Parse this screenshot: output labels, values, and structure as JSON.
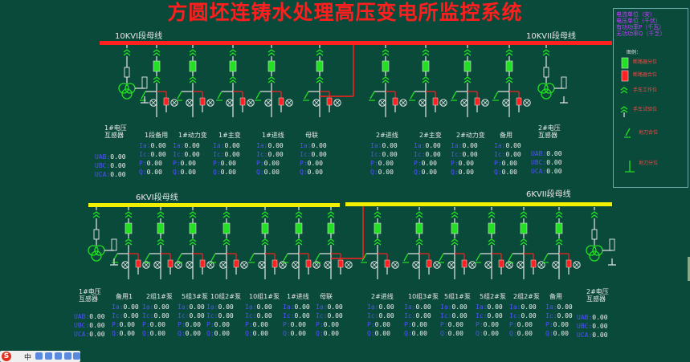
{
  "title": "方圆坯连铸水处理高压变电所监控系统",
  "bus_labels": {
    "top_left": "10KVI段母线",
    "top_right": "10KVII段母线",
    "bottom_left": "6KVI段母线",
    "bottom_right": "6KVII段母线"
  },
  "legend": {
    "units": [
      "电流单位（安）",
      "电压单位（千伏）",
      "有功功率P（千瓦）",
      "无功功率Q（千乏）"
    ],
    "title": "图例：",
    "items": [
      "断路器分位",
      "断路器合位",
      "手车工作位",
      "手车试验位",
      "地刀合位",
      "地刀分位"
    ]
  },
  "colors": {
    "open": "#22e022",
    "closed": "#ff2020",
    "busbar_10kv": "#ff2020",
    "busbar_6kv": "#f0f000",
    "text_field": "#5050ff",
    "text_value": "#f0f0f0",
    "label": "#e8e8e8"
  },
  "top_feeders": [
    {
      "label": "1段备用",
      "Ia": "Ia:0.00",
      "Ic": "Ic:0.00",
      "P": "P:0.00",
      "Q": "Q:0.00"
    },
    {
      "label": "1#动力变",
      "Ia": "Ia:0.00",
      "Ic": "Ic:0.00",
      "P": "P:0.00",
      "Q": "Q:0.00"
    },
    {
      "label": "1#主变",
      "Ia": "Ia:0.00",
      "Ic": "Ic:0.00",
      "P": "P:0.00",
      "Q": "Q:0.00"
    },
    {
      "label": "1#进线",
      "Ia": "Ia:0.00",
      "Ic": "Ic:0.00",
      "P": "P:0.00",
      "Q": "Q:0.00"
    },
    {
      "label": "母联",
      "Ia": "Ia:0.00",
      "Ic": "Ic:0.00",
      "P": "P:0.00",
      "Q": "Q:0.00"
    },
    {
      "label": "2#进线",
      "Ia": "Ia:0.00",
      "Ic": "Ic:0.00",
      "P": "P:0.00",
      "Q": "Q:0.00"
    },
    {
      "label": "2#主变",
      "Ia": "Ia:0.00",
      "Ic": "Ic:0.00",
      "P": "P:0.00",
      "Q": "Q:0.00"
    },
    {
      "label": "2#动力变",
      "Ia": "Ia:0.00",
      "Ic": "Ic:0.00",
      "P": "P:0.00",
      "Q": "Q:0.00"
    },
    {
      "label": "备用",
      "Ia": "Ia:0.00",
      "Ic": "Ic:0.00",
      "P": "P:0.00",
      "Q": "Q:0.00"
    }
  ],
  "bottom_feeders": [
    {
      "label": "备用1",
      "Ia": "Ia:0.00",
      "Ic": "Ic:0.00",
      "P": "P:0.00",
      "Q": "Q:0.00"
    },
    {
      "label": "2组1#泵",
      "Ia": "Ia:0.00",
      "Ic": "Ic:0.00",
      "P": "P:0.00",
      "Q": "Q:0.00"
    },
    {
      "label": "5组3#泵",
      "Ia": "Ia:0.00",
      "Ic": "Ic:0.00",
      "P": "P:0.00",
      "Q": "Q:0.00"
    },
    {
      "label": "10组2#泵",
      "Ia": "Ia:0.00",
      "Ic": "Ic:0.00",
      "P": "P:0.00",
      "Q": "Q:0.00"
    },
    {
      "label": "10组1#泵",
      "Ia": "Ia:0.00",
      "Ic": "Ic:0.00",
      "P": "P:0.00",
      "Q": "Q:0.00"
    },
    {
      "label": "1#进线",
      "Ia": "Ia:0.00",
      "Ic": "Ic:0.00",
      "P": "P:0.00",
      "Q": "Q:0.00"
    },
    {
      "label": "母联",
      "Ia": "Ia:0.00",
      "Ic": "Ic:0.00",
      "P": "P:0.00",
      "Q": "Q:0.00"
    },
    {
      "label": "2#进线",
      "Ia": "Ia:0.00",
      "Ic": "Ic:0.00",
      "P": "P:0.00",
      "Q": "Q:0.00"
    },
    {
      "label": "10组3#泵",
      "Ia": "Ia:0.00",
      "Ic": "Ic:0.00",
      "P": "P:0.00",
      "Q": "Q:0.00"
    },
    {
      "label": "5组1#泵",
      "Ia": "Ia:0.00",
      "Ic": "Ic:0.00",
      "P": "P:0.00",
      "Q": "Q:0.00"
    },
    {
      "label": "5组2#泵",
      "Ia": "Ia:0.00",
      "Ic": "Ic:0.00",
      "P": "P:0.00",
      "Q": "Q:0.00"
    },
    {
      "label": "2组2#泵",
      "Ia": "Ia:0.00",
      "Ic": "Ic:0.00",
      "P": "P:0.00",
      "Q": "Q:0.00"
    },
    {
      "label": "备用",
      "Ia": "Ia:0.00",
      "Ic": "Ic:0.00",
      "P": "P:0.00",
      "Q": "Q:0.00"
    }
  ],
  "pts": [
    {
      "label1": "1#电压",
      "label2": "互感器",
      "UAB": "UAB:0.00",
      "UBC": "UBC:0.00",
      "UCA": "UCA:0.00"
    },
    {
      "label1": "2#电压",
      "label2": "互感器",
      "UAB": "UAB:0.00",
      "UBC": "UBC:0.00",
      "UCA": "UCA:0.00"
    },
    {
      "label1": "1#电压",
      "label2": "互感器",
      "UAB": "UAB:0.00",
      "UBC": "UBC:0.00",
      "UCA": "UCA:0.00"
    },
    {
      "label1": "2#电压",
      "label2": "互感器",
      "UAB": "UAB:0.00",
      "UBC": "UBC:0.00",
      "UCA": "UCA:0.00"
    }
  ],
  "taskbar": {
    "ime": "中"
  }
}
